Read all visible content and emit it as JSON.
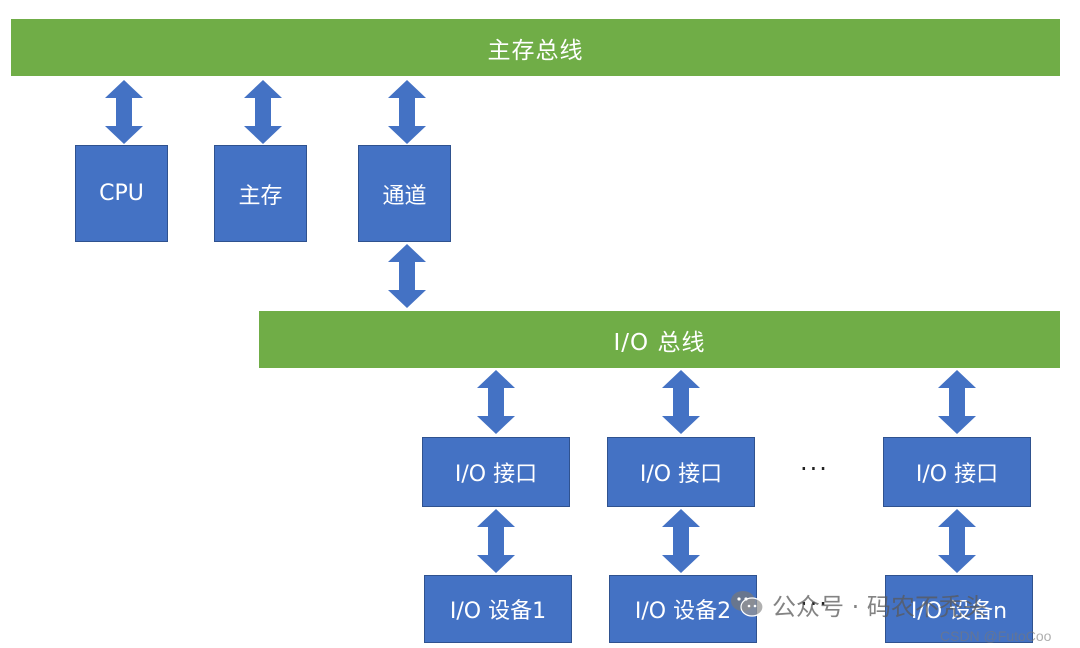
{
  "buses": {
    "main": "主存总线",
    "io": "I/O 总线"
  },
  "top_boxes": {
    "cpu": "CPU",
    "memory": "主存",
    "channel": "通道"
  },
  "interfaces": {
    "i1": "I/O 接口",
    "i2": "I/O 接口",
    "in": "I/O 接口"
  },
  "devices": {
    "d1": "I/O 设备1",
    "d2": "I/O 设备2",
    "dn": "I/O 设备n"
  },
  "ellipsis": "···",
  "watermark": {
    "account": "公众号 · 码农不秃头",
    "credit": "CSDN @FutoCoo"
  },
  "colors": {
    "bus": "#70ad47",
    "box": "#4472c4",
    "arrow": "#4472c4"
  }
}
